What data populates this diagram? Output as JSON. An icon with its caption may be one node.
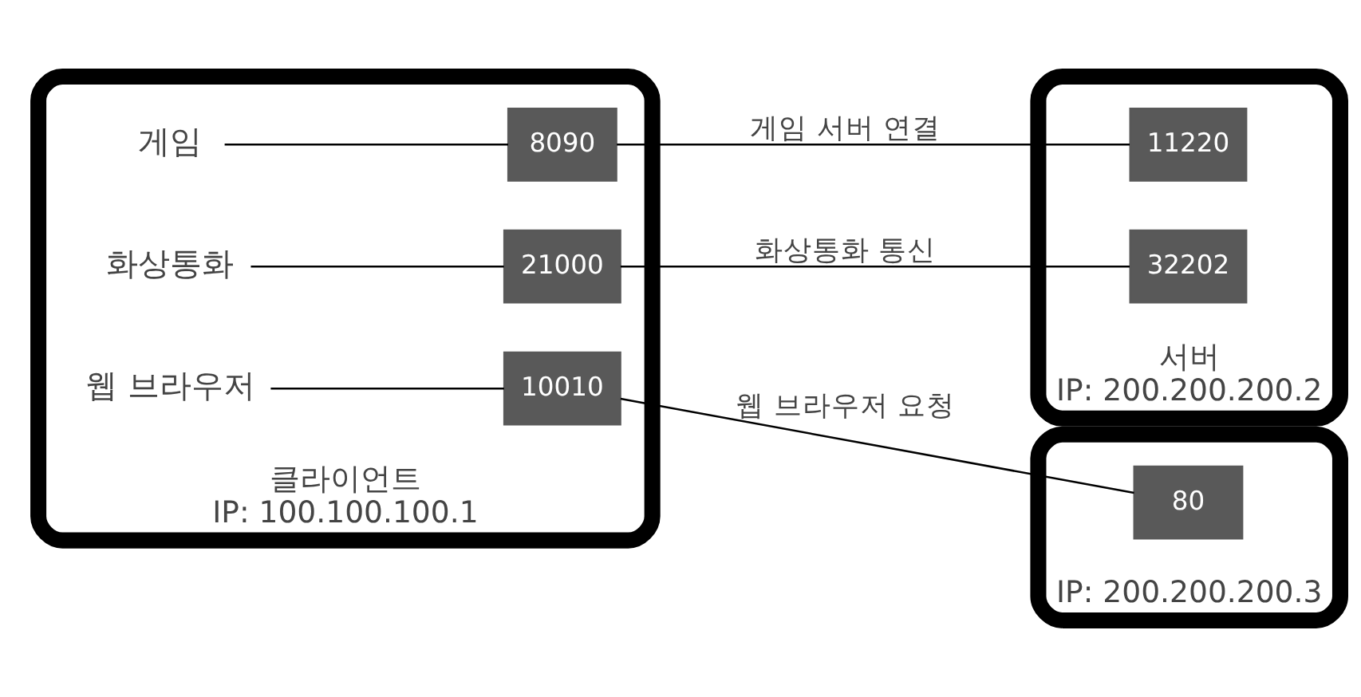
{
  "diagram": {
    "nodes": [
      {
        "text": [
          "클라이언트",
          "IP: 100.100.100.1"
        ]
      },
      {
        "text": [
          "게임"
        ],
        "in": 0
      },
      {
        "text": [
          "화상통화"
        ],
        "in": 0
      },
      {
        "text": [
          "웹 브라우저"
        ],
        "in": 0
      },
      {
        "text": [
          "8090"
        ],
        "in": 0
      },
      {
        "text": [
          "21000"
        ],
        "in": 0
      },
      {
        "text": [
          "10010"
        ],
        "in": 0
      },
      {
        "text": [
          "서버",
          "IP: 200.200.200.2"
        ]
      },
      {
        "text": [
          "11220"
        ],
        "in": 7
      },
      {
        "text": [
          "32202"
        ],
        "in": 7
      },
      {
        "text": [
          "IP: 200.200.200.3"
        ]
      },
      {
        "text": [
          "80"
        ],
        "in": 10
      }
    ],
    "edges": [
      {
        "from": 1,
        "to": 4,
        "arrow": "none"
      },
      {
        "from": 2,
        "to": 5,
        "arrow": "none"
      },
      {
        "from": 3,
        "to": 6,
        "arrow": "none"
      },
      {
        "from": 4,
        "to": 8,
        "arrow": "none",
        "label": "게임 서버 연결"
      },
      {
        "from": 5,
        "to": 9,
        "arrow": "none",
        "label": "화상통화 통신"
      },
      {
        "from": 6,
        "to": 11,
        "arrow": "none",
        "label": "웹 브라우저 요청"
      }
    ]
  }
}
